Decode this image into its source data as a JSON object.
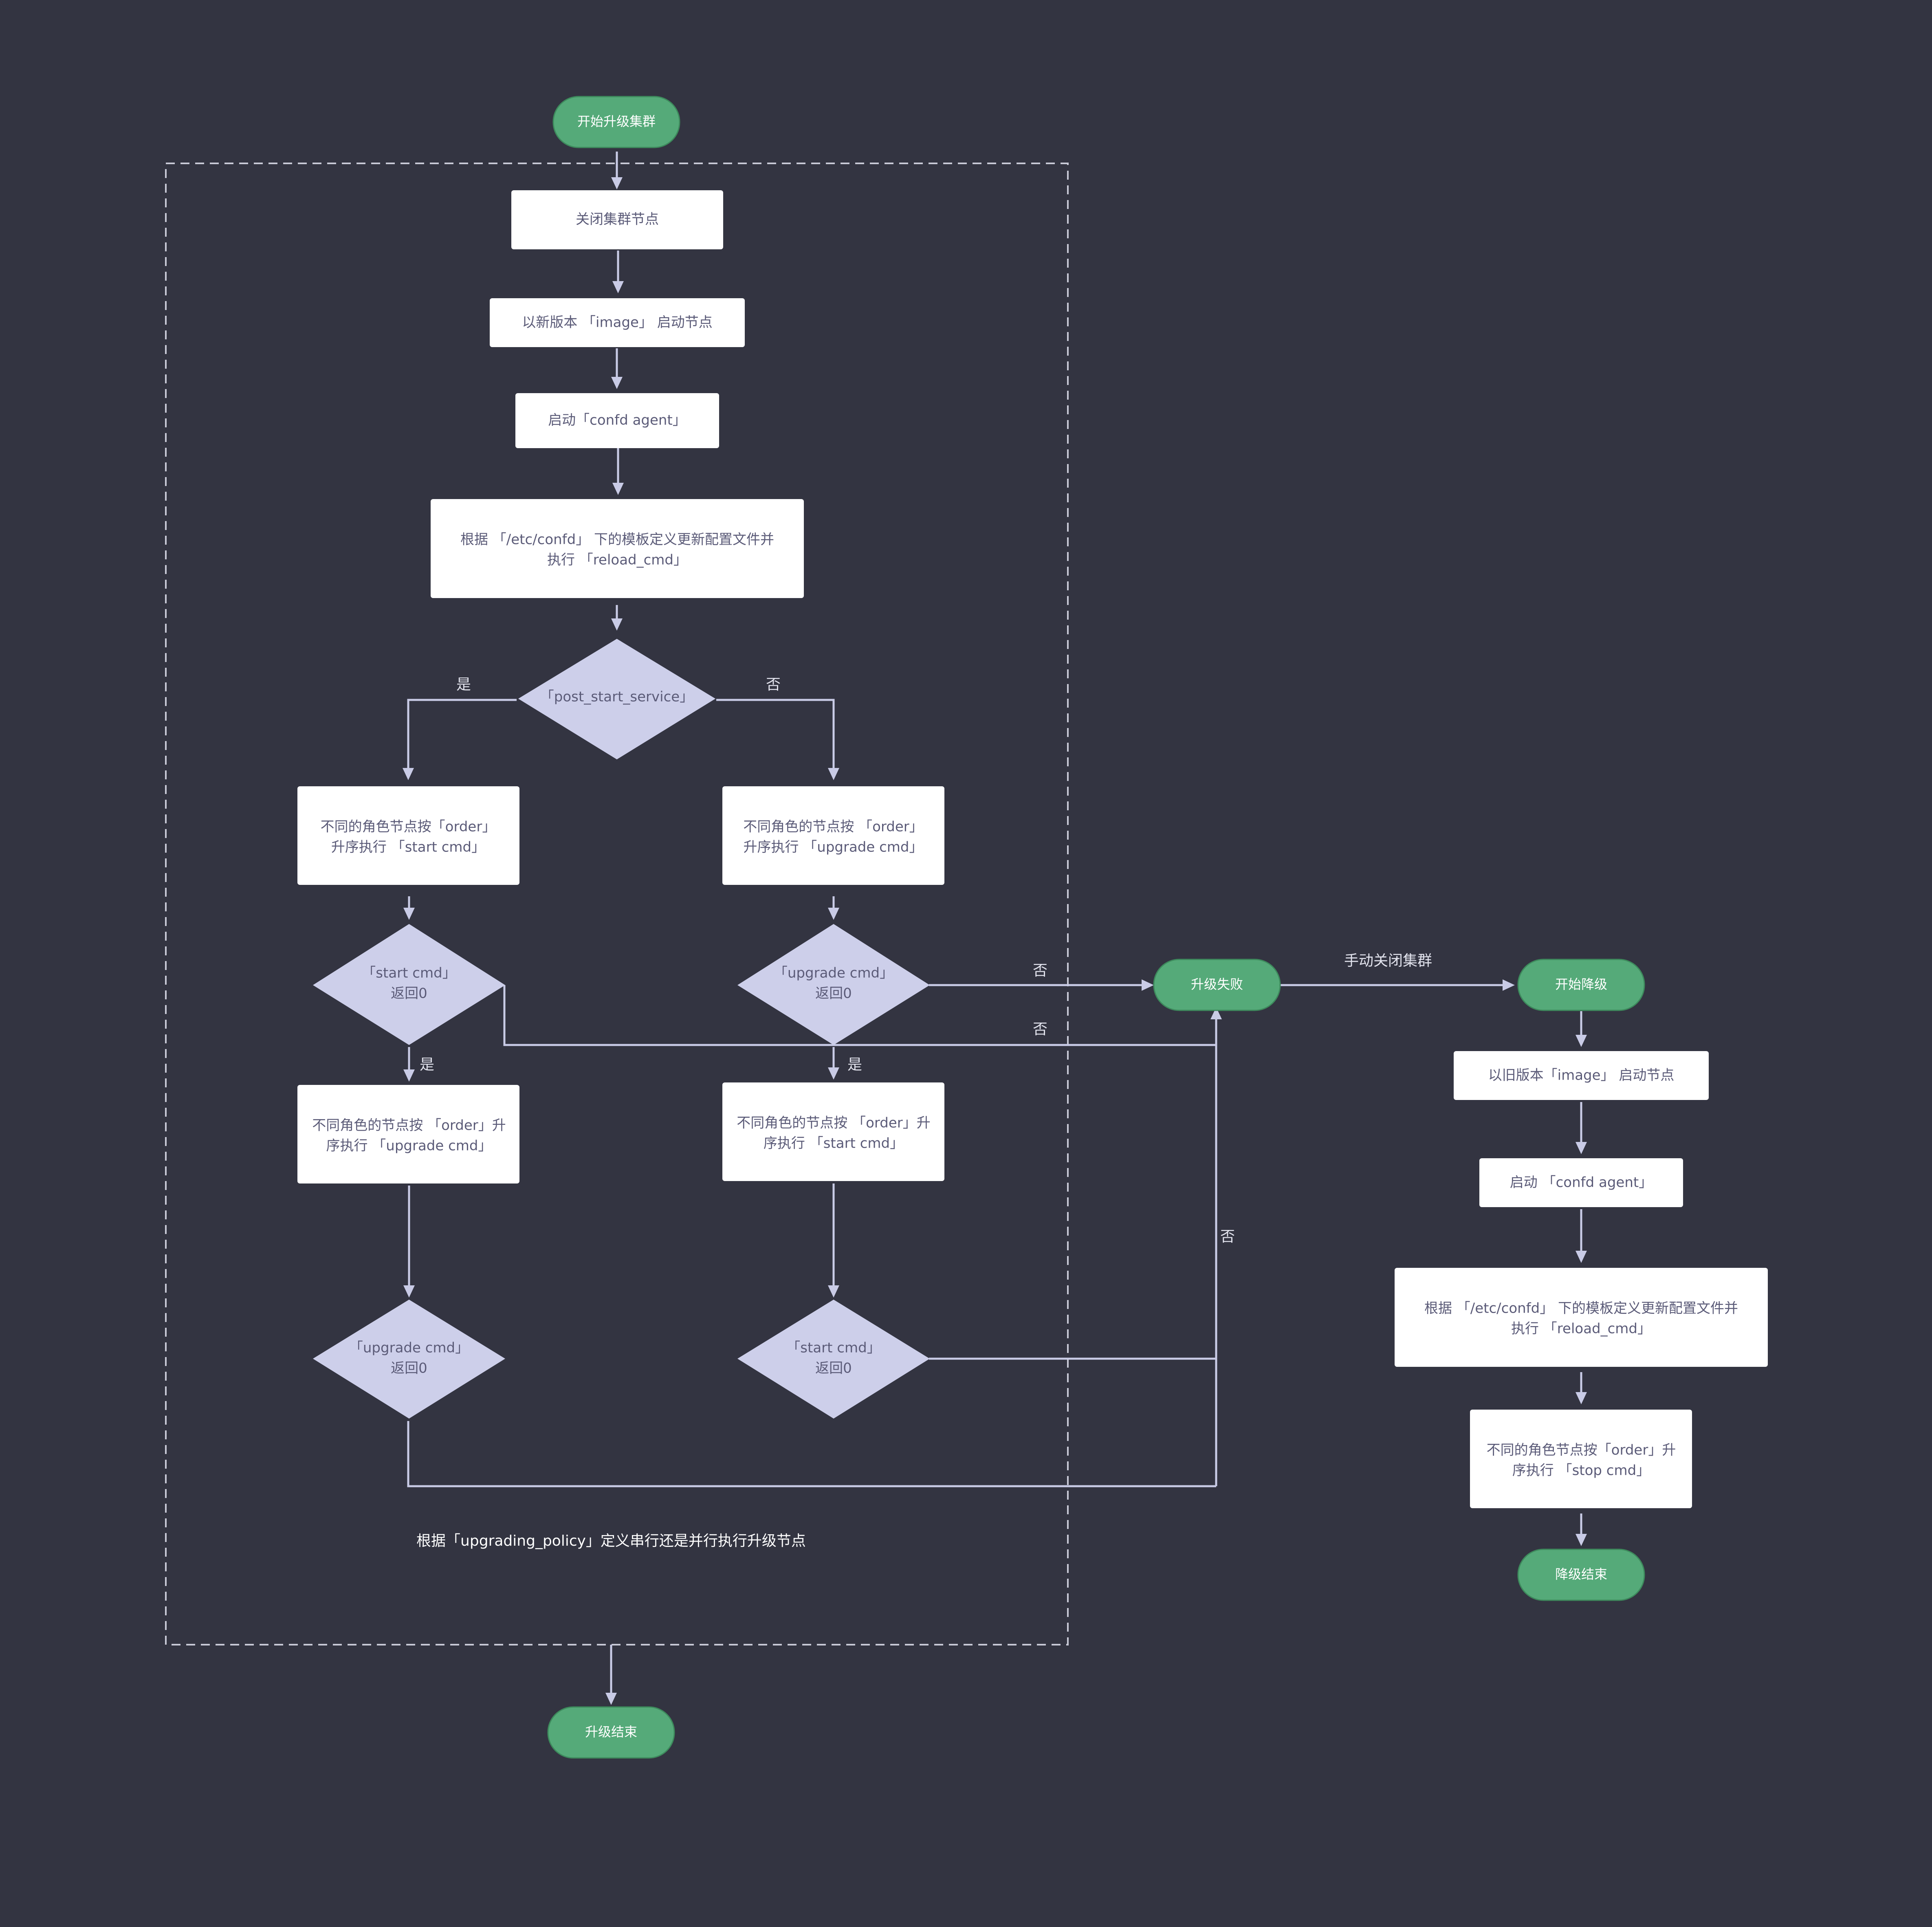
{
  "colors": {
    "background": "#333441",
    "terminal": "#55aa79",
    "process": "#ffffff",
    "decision": "#cdcfea",
    "connector": "#c9cbe6"
  },
  "nodes": {
    "start_upgrade": "开始升级集群",
    "close_nodes": "关闭集群节点",
    "start_new_image": "以新版本 「image」 启动节点",
    "start_confd": "启动「confd agent」",
    "reload_config": [
      "根据 「/etc/confd」 下的模板定义更新配置文件并",
      "执行 「reload_cmd」"
    ],
    "post_start_service": "「post_start_service」",
    "left_start_cmd": [
      "不同的角色节点按「order」",
      "升序执行 「start cmd」"
    ],
    "right_upgrade_cmd": [
      "不同角色的节点按 「order」",
      "升序执行 「upgrade cmd」"
    ],
    "dec_start_cmd_top": [
      "「start cmd」",
      "返回0"
    ],
    "dec_upgrade_cmd_top": [
      "「upgrade cmd」",
      "返回0"
    ],
    "left_upgrade_cmd": [
      "不同角色的节点按 「order」升",
      "序执行 「upgrade cmd」"
    ],
    "right_start_cmd": [
      "不同角色的节点按 「order」升",
      "序执行 「start cmd」"
    ],
    "dec_upgrade_cmd_bottom": [
      "「upgrade cmd」",
      "返回0"
    ],
    "dec_start_cmd_bottom": [
      "「start cmd」",
      "返回0"
    ],
    "upgrade_failed": "升级失败",
    "start_downgrade": "开始降级",
    "start_old_image": "以旧版本「image」 启动节点",
    "start_confd_2": "启动 「confd agent」",
    "reload_config_2": [
      "根据 「/etc/confd」 下的模板定义更新配置文件并",
      "执行 「reload_cmd」"
    ],
    "stop_cmd": [
      "不同的角色节点按「order」升",
      "序执行 「stop cmd」"
    ],
    "downgrade_end": "降级结束",
    "upgrade_end": "升级结束"
  },
  "edge_labels": {
    "yes_left": "是",
    "no_right": "否",
    "no_upgrade_to_fail": "否",
    "no_start_to_fail": "否",
    "yes_start_cmd": "是",
    "yes_upgrade_cmd": "是",
    "no_vertical": "否",
    "manual_close": "手动关闭集群"
  },
  "group_note": "根据「upgrading_policy」定义串行还是并行执行升级节点"
}
